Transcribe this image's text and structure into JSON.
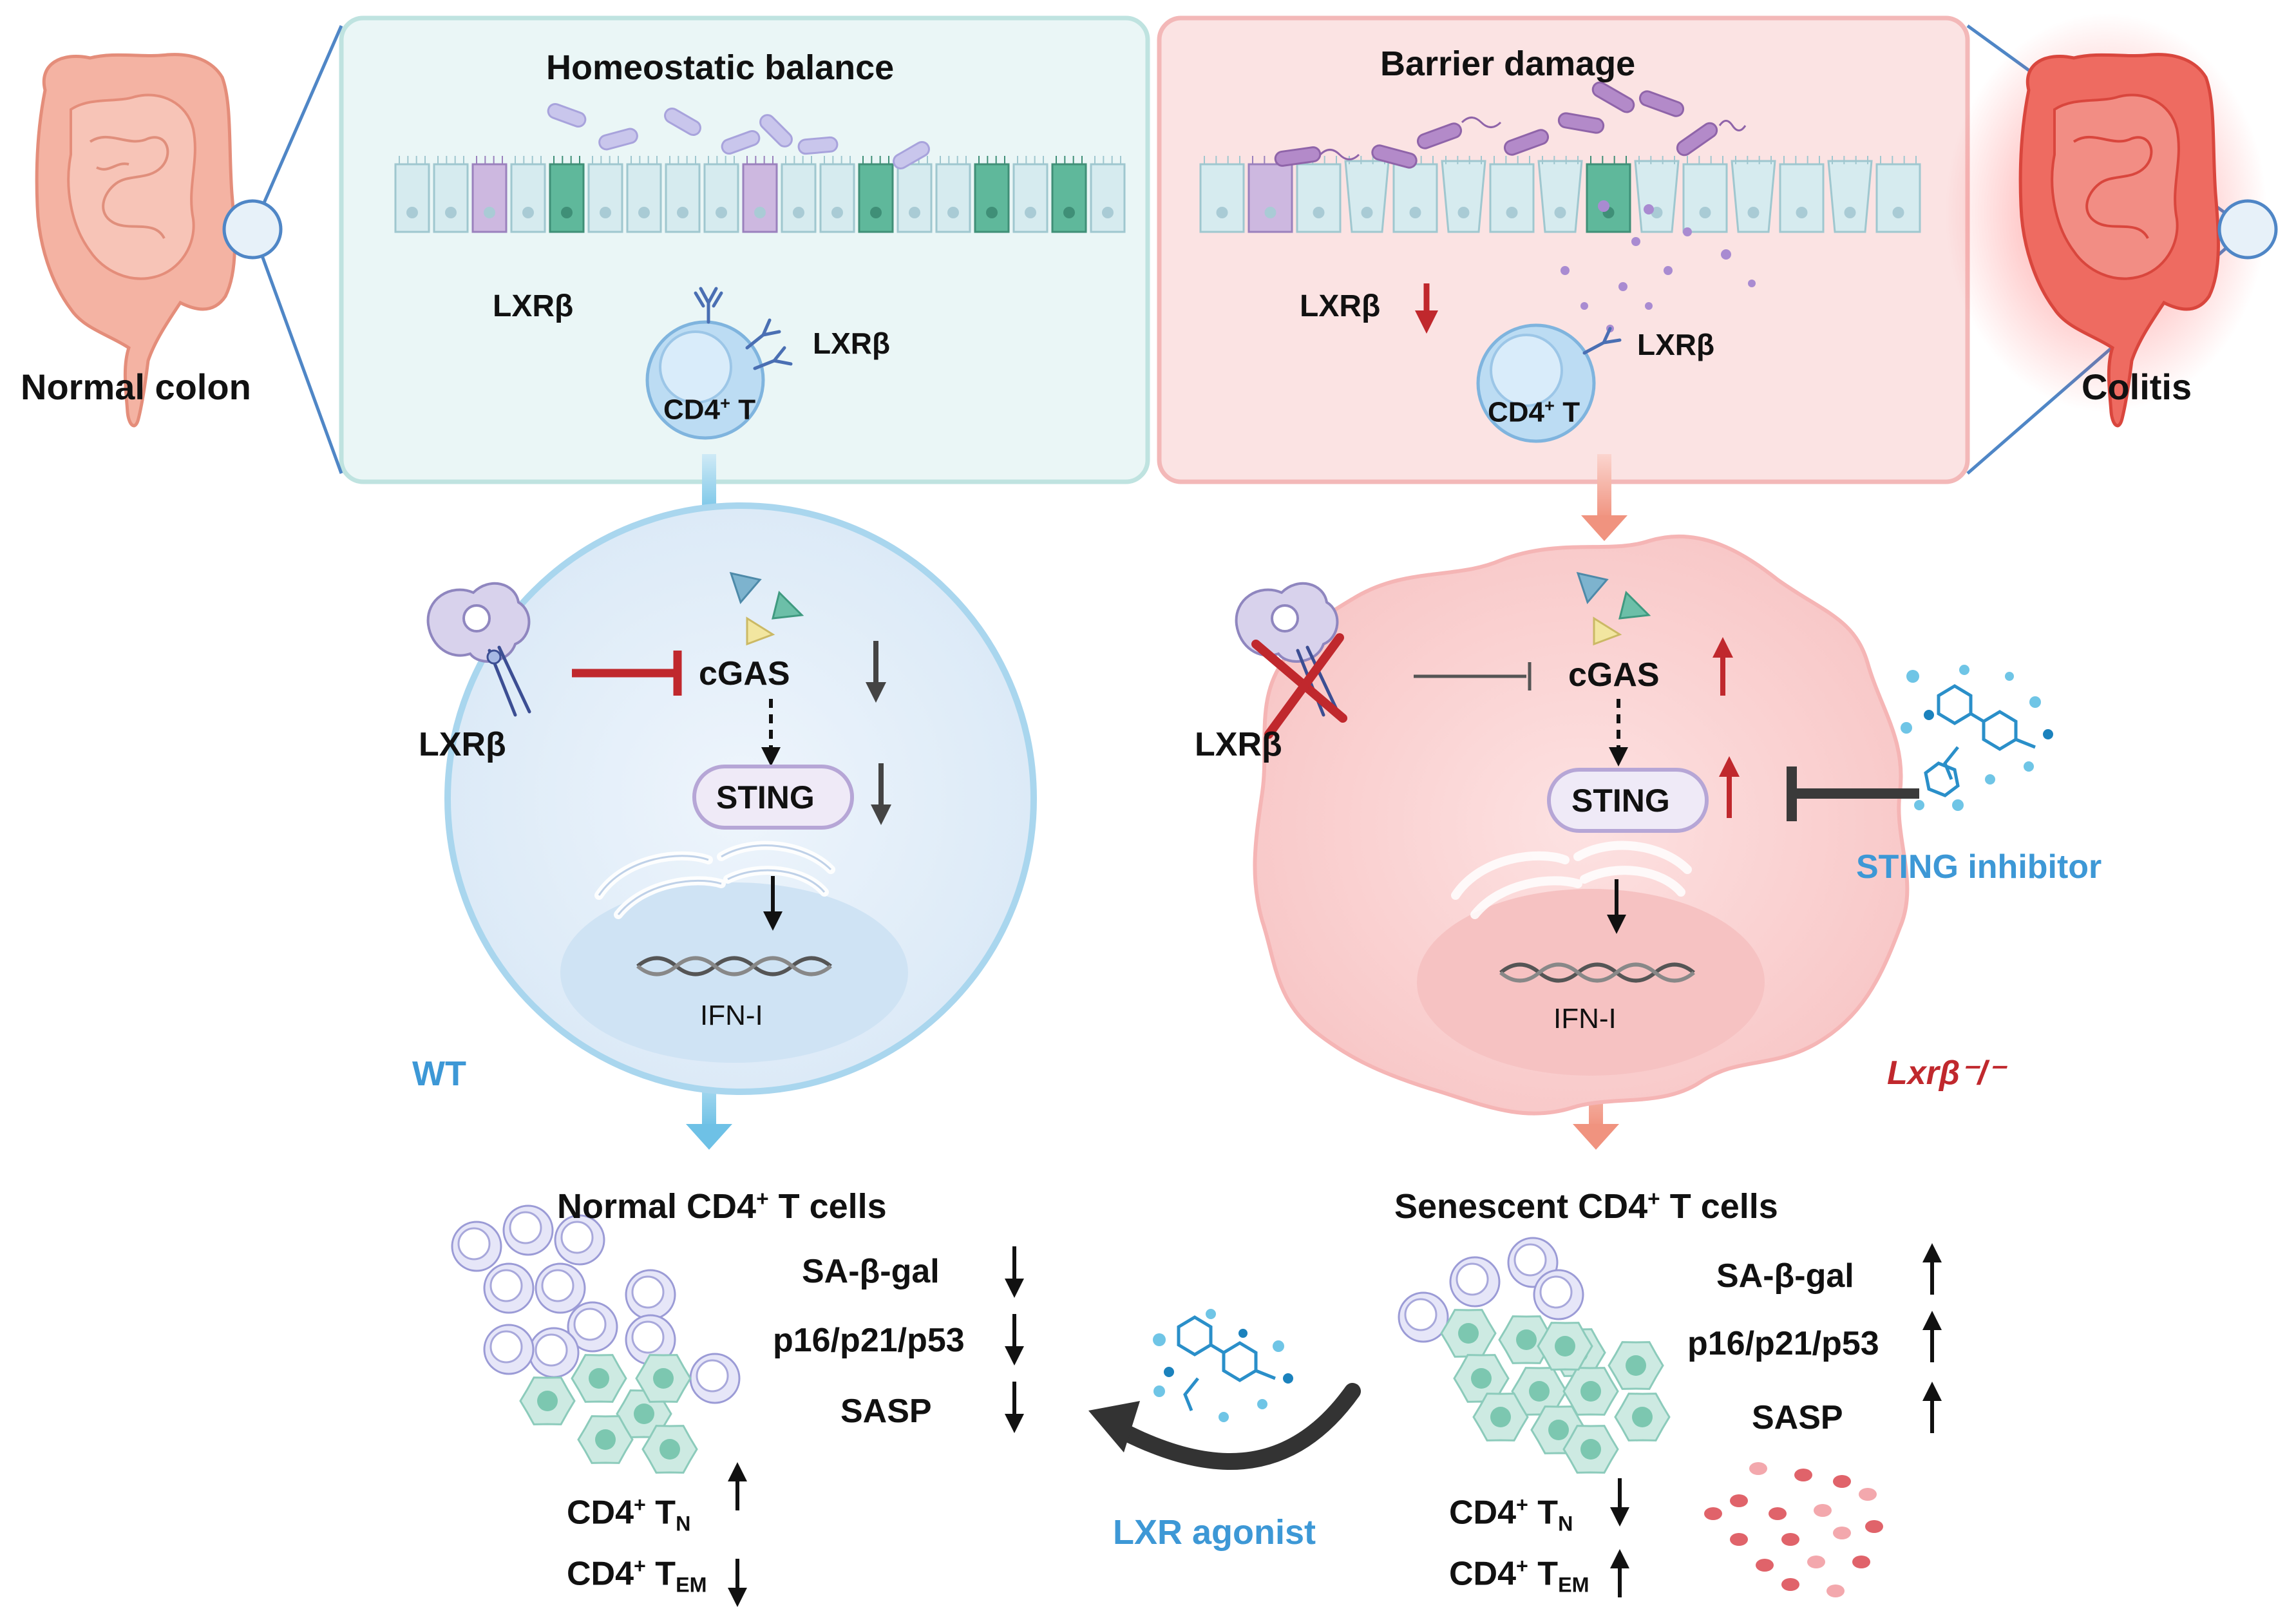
{
  "left_panel": {
    "title": "Homeostatic balance",
    "colon_label": "Normal colon",
    "lxr_label_1": "LXRβ",
    "lxr_label_2": "LXRβ",
    "cell_label": "CD4",
    "cell_label_sup": "+",
    "cell_label_suffix": " T"
  },
  "right_panel": {
    "title": "Barrier damage",
    "colon_label": "Colitis",
    "lxr_label_1": "LXRβ",
    "lxr_label_2": "LXRβ",
    "cell_label": "CD4",
    "cell_label_sup": "+",
    "cell_label_suffix": " T"
  },
  "wt_cell": {
    "receptor_label": "LXRβ",
    "cgas": "cGAS",
    "sting": "STING",
    "ifn": "IFN-I",
    "genotype": "WT"
  },
  "ko_cell": {
    "receptor_label": "LXRβ",
    "cgas": "cGAS",
    "sting": "STING",
    "ifn": "IFN-I",
    "genotype": "Lxrβ⁻/⁻",
    "inhibitor": "STING inhibitor"
  },
  "normal_cells": {
    "title_pre": "Normal CD4",
    "title_sup": "+",
    "title_post": " T cells",
    "markers": [
      "SA-β-gal",
      "p16/p21/p53",
      "SASP"
    ],
    "tn_pre": "CD4",
    "tn_sup": "+",
    "tn_mid": " T",
    "tn_sub": "N",
    "tem_pre": "CD4",
    "tem_sup": "+",
    "tem_mid": " T",
    "tem_sub": "EM"
  },
  "senescent_cells": {
    "title_pre": "Senescent CD4",
    "title_sup": "+",
    "title_post": " T cells",
    "markers": [
      "SA-β-gal",
      "p16/p21/p53",
      "SASP"
    ],
    "tn_pre": "CD4",
    "tn_sup": "+",
    "tn_mid": " T",
    "tn_sub": "N",
    "tem_pre": "CD4",
    "tem_sup": "+",
    "tem_mid": " T",
    "tem_sub": "EM"
  },
  "agonist": {
    "label": "LXR agonist"
  },
  "colors": {
    "blue_panel_fill": "#eaf6f6",
    "blue_panel_stroke": "#bfe3e0",
    "red_panel_fill": "#fbe3e3",
    "red_panel_stroke": "#f3b8b8",
    "blue_arrow": "#7cc8e6",
    "red_arrow": "#f2a092",
    "inhibit_red": "#c0282d",
    "accent_blue": "#3d98d6",
    "accent_red": "#c0282d"
  }
}
